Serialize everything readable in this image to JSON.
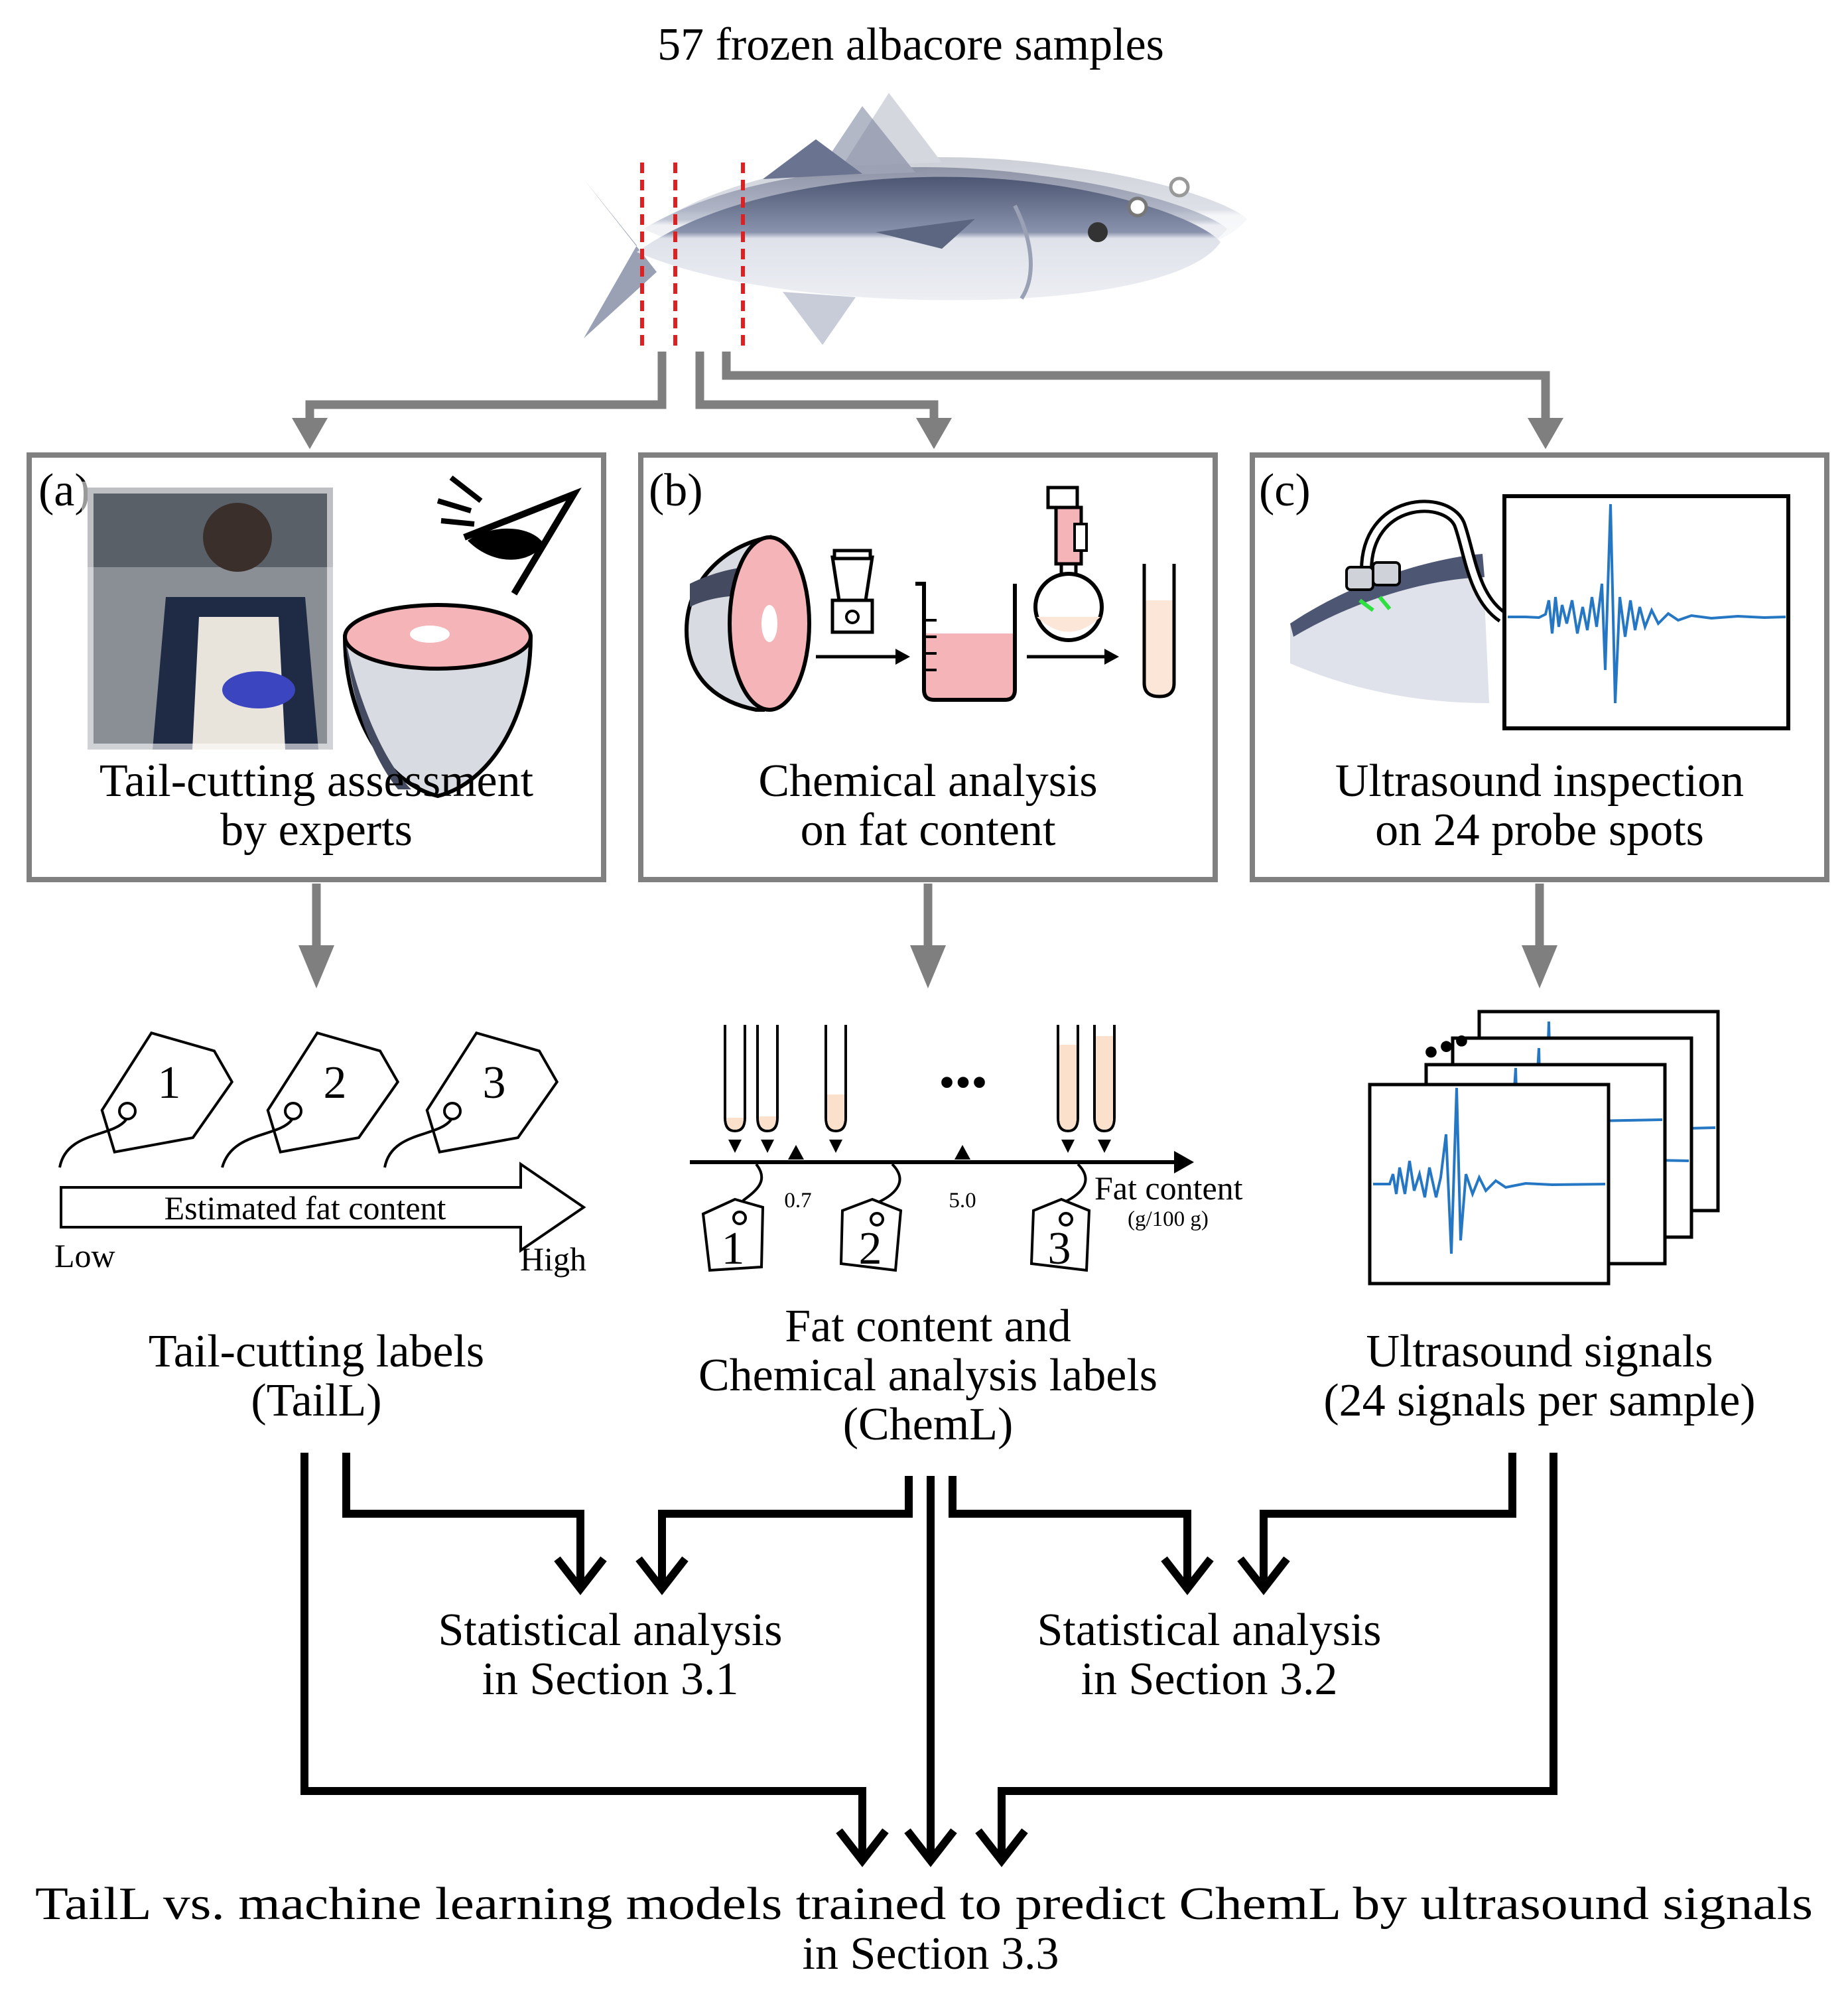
{
  "title": "57 frozen albacore samples",
  "panels": {
    "a": {
      "letter": "(a)",
      "caption_line1": "Tail-cutting assessment",
      "caption_line2": "by experts"
    },
    "b": {
      "letter": "(b)",
      "caption_line1": "Chemical analysis",
      "caption_line2": "on fat content"
    },
    "c": {
      "letter": "(c)",
      "caption_line1": "Ultrasound inspection",
      "caption_line2": "on 24 probe spots"
    }
  },
  "tail_labels_scale": {
    "tags": [
      "1",
      "2",
      "3"
    ],
    "arrow_text": "Estimated fat content",
    "low": "Low",
    "high": "High"
  },
  "chem_scale": {
    "tags": [
      "1",
      "2",
      "3"
    ],
    "thresholds": [
      "0.7",
      "5.0"
    ],
    "axis_label": "Fat content",
    "axis_unit": "(g/100 g)",
    "ellipsis": "•••"
  },
  "signal_stack": {
    "ellipsis": "•••"
  },
  "outputs": {
    "tail": {
      "line1": "Tail-cutting labels",
      "line2": "(TailL)"
    },
    "chem": {
      "line1": "Fat content and",
      "line2": "Chemical analysis labels",
      "line3": "(ChemL)"
    },
    "ultra": {
      "line1": "Ultrasound signals",
      "line2": "(24 signals per sample)"
    }
  },
  "analyses": {
    "s31": {
      "line1": "Statistical analysis",
      "line2": "in Section 3.1"
    },
    "s32": {
      "line1": "Statistical analysis",
      "line2": "in Section 3.2"
    }
  },
  "final": {
    "line1": "TailL vs. machine learning models trained to predict ChemL by ultrasound signals",
    "line2": "in Section 3.3"
  },
  "colors": {
    "fish_back": "#5c6680",
    "fish_belly": "#dfe2ea",
    "flesh": "#f4b4b8",
    "cut_line": "#e02020",
    "signal": "#2577c4",
    "arrow_gray": "#7f7f7f",
    "probe_dots": "#30e040"
  },
  "icons": [
    "fish-icon",
    "expert-photo",
    "eye-icon",
    "fish-slice-icon",
    "blender-icon",
    "beaker-icon",
    "flask-icon",
    "test-tube-icon",
    "probe-icon",
    "waveform-icon"
  ]
}
